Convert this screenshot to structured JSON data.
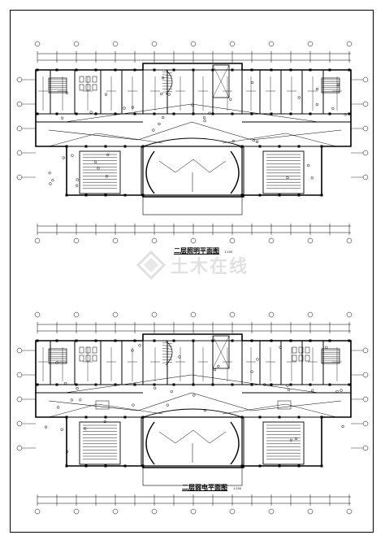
{
  "drawing": {
    "plan_top": {
      "title": "二层照明平面图",
      "scale": "1:100"
    },
    "plan_bottom": {
      "title": "二层弱电平面图",
      "scale": "1:100"
    },
    "watermark": {
      "text": "土木在线",
      "icon": "wm-logo-icon"
    },
    "line_color": "#000000"
  }
}
